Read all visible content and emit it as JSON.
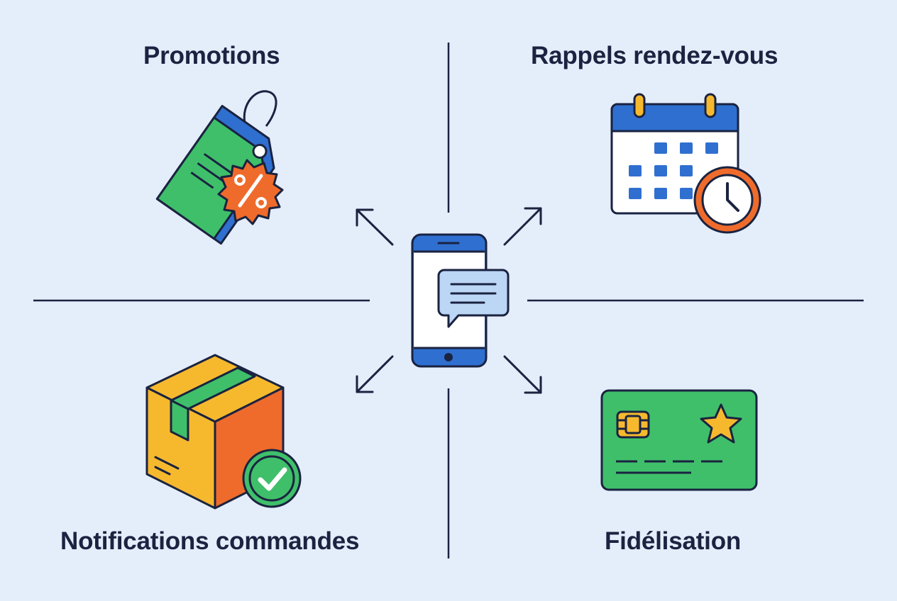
{
  "quadrants": {
    "top_left": {
      "label": "Promotions",
      "icon": "price-tag-percent-icon"
    },
    "top_right": {
      "label": "Rappels rendez-vous",
      "icon": "calendar-clock-icon"
    },
    "bottom_left": {
      "label": "Notifications commandes",
      "icon": "package-check-icon"
    },
    "bottom_right": {
      "label": "Fidélisation",
      "icon": "loyalty-card-star-icon"
    }
  },
  "center": {
    "icon": "smartphone-message-icon"
  },
  "colors": {
    "background": "#e4edfa",
    "outline": "#1a2340",
    "blue": "#2f6fd0",
    "green": "#3fbf6a",
    "orange": "#ef6b2b",
    "yellow": "#f6b92e",
    "light_blue": "#bcd6f5"
  }
}
